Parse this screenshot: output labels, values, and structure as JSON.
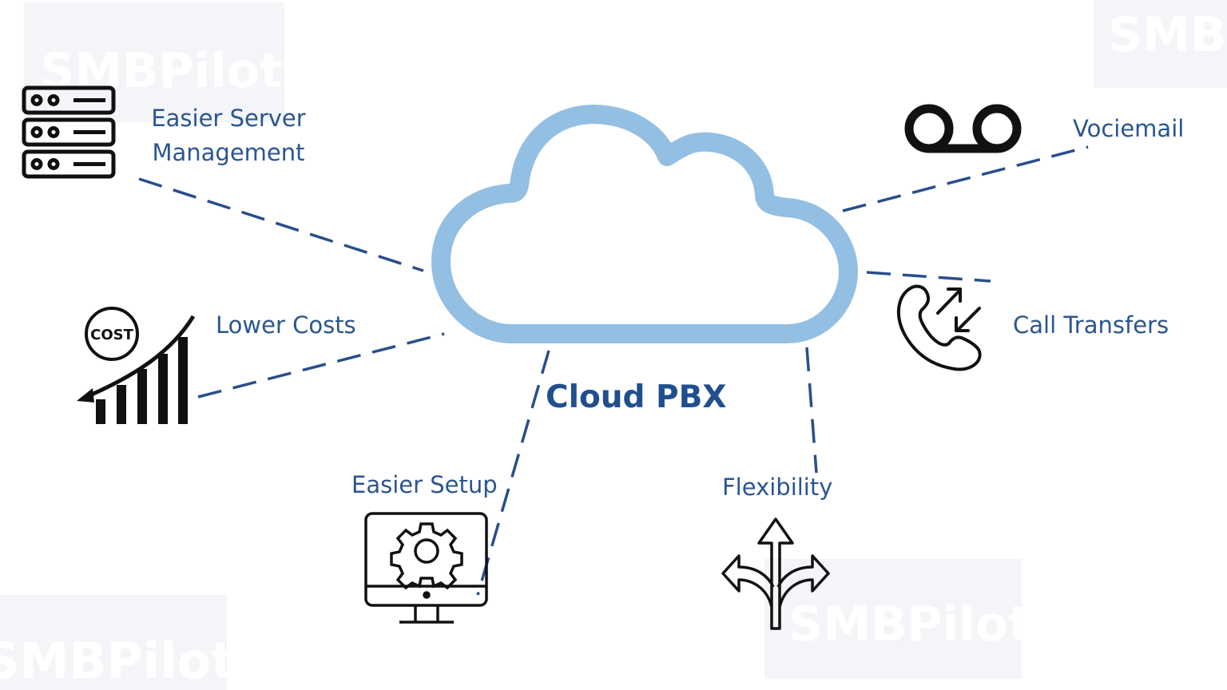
{
  "watermark": {
    "text_top_left": "SMBPilot",
    "text_top_right": "SMB",
    "text_bottom_left": "SMBPilot",
    "text_bottom_right": "SMBPilot"
  },
  "center": {
    "title": "Cloud PBX"
  },
  "features": {
    "server_line1": "Easier Server",
    "server_line2": "Management",
    "costs": "Lower Costs",
    "setup": "Easier Setup",
    "flexibility": "Flexibility",
    "voicemail": "Vociemail",
    "transfers": "Call Transfers"
  },
  "icons": {
    "server": "server-rack-icon",
    "cost": "cost-chart-icon",
    "cost_badge": "COST",
    "setup": "monitor-gear-icon",
    "flexibility": "split-arrows-icon",
    "voicemail": "voicemail-icon",
    "transfers": "phone-transfer-icon"
  },
  "colors": {
    "cloud": "#93bfe3",
    "line": "#284f8c",
    "label": "#2b5591",
    "title": "#1f4f8f",
    "icon": "#111111"
  }
}
